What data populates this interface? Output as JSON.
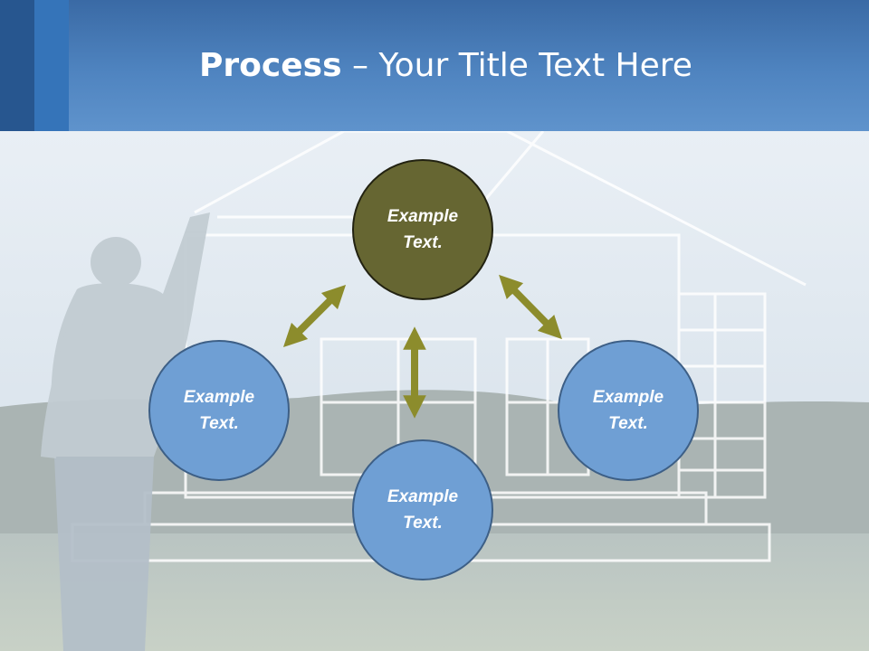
{
  "slide": {
    "title_bold": "Process",
    "title_rest": " – Your Title Text Here"
  },
  "nodes": [
    {
      "id": "top",
      "line1": "Example",
      "line2": "Text.",
      "color": "#666632"
    },
    {
      "id": "left",
      "line1": "Example",
      "line2": "Text.",
      "color": "#6f9fd4"
    },
    {
      "id": "right",
      "line1": "Example",
      "line2": "Text.",
      "color": "#6f9fd4"
    },
    {
      "id": "bottom",
      "line1": "Example",
      "line2": "Text.",
      "color": "#6f9fd4"
    }
  ],
  "colors": {
    "header": "#4f84c0",
    "arrow": "#8c8c2c",
    "node_blue": "#6f9fd4",
    "node_olive": "#666632"
  }
}
